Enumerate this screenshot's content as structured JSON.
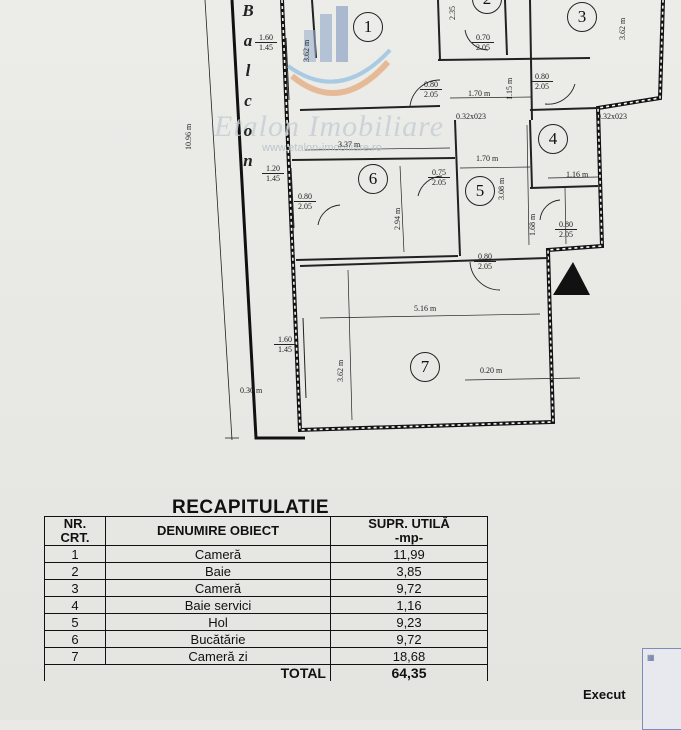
{
  "watermark": {
    "brand": "Etalon Imobiliare",
    "url": "www.etalon-imobiliare.ro"
  },
  "plan": {
    "balcony_letters": [
      "B",
      "a",
      "l",
      "c",
      "o",
      "n"
    ],
    "rooms": [
      "1",
      "2",
      "3",
      "4",
      "5",
      "6",
      "7"
    ],
    "dimensions": {
      "total_length": "10.96 m",
      "room1_height": "3.62 m",
      "room2_height": "2.35",
      "room3_height": "3.62 m",
      "hall_width_top": "1.70 m",
      "hall_height_top": "1.15 m",
      "room6_width": "3.37 m",
      "room6_height": "2.94 m",
      "hall_width_mid": "1.70 m",
      "hall_height_mid": "3.08 m",
      "room4_width": "1.16 m",
      "room4_height": "1.68 m",
      "room7_width": "5.16 m",
      "room7_height": "3.62 m",
      "room7_offset": "0.20 m",
      "balcony_depth": "0.30 m",
      "pipe_left": "0.32x023",
      "pipe_right": "0.32x023"
    },
    "windows": {
      "w1": {
        "w": "1.60",
        "h": "1.45"
      },
      "w2": {
        "w": "1.20",
        "h": "1.45"
      },
      "w3": {
        "w": "1.60",
        "h": "1.45"
      }
    },
    "doors": {
      "d1": {
        "w": "0.70",
        "h": "2.05"
      },
      "d2": {
        "w": "0.80",
        "h": "2.05"
      },
      "d3": {
        "w": "0.80",
        "h": "2.05"
      },
      "d4": {
        "w": "0.80",
        "h": "2.05"
      },
      "d5": {
        "w": "0.75",
        "h": "2.05"
      },
      "d6": {
        "w": "0.80",
        "h": "2.05"
      },
      "d7": {
        "w": "0.80",
        "h": "2.05"
      }
    }
  },
  "recap": {
    "title": "RECAPITULATIE",
    "headers": {
      "nr": "NR.\nCRT.",
      "den": "DENUMIRE OBIECT",
      "sup": "SUPR. UTILĂ\n-mp-"
    },
    "rows": [
      {
        "nr": "1",
        "den": "Cameră",
        "sup": "11,99"
      },
      {
        "nr": "2",
        "den": "Baie",
        "sup": "3,85"
      },
      {
        "nr": "3",
        "den": "Cameră",
        "sup": "9,72"
      },
      {
        "nr": "4",
        "den": "Baie servici",
        "sup": "1,16"
      },
      {
        "nr": "5",
        "den": "Hol",
        "sup": "9,23"
      },
      {
        "nr": "6",
        "den": "Bucătărie",
        "sup": "9,72"
      },
      {
        "nr": "7",
        "den": "Cameră zi",
        "sup": "18,68"
      }
    ],
    "total_label": "TOTAL",
    "total": "64,35"
  },
  "footer": {
    "execut": "Execut"
  }
}
